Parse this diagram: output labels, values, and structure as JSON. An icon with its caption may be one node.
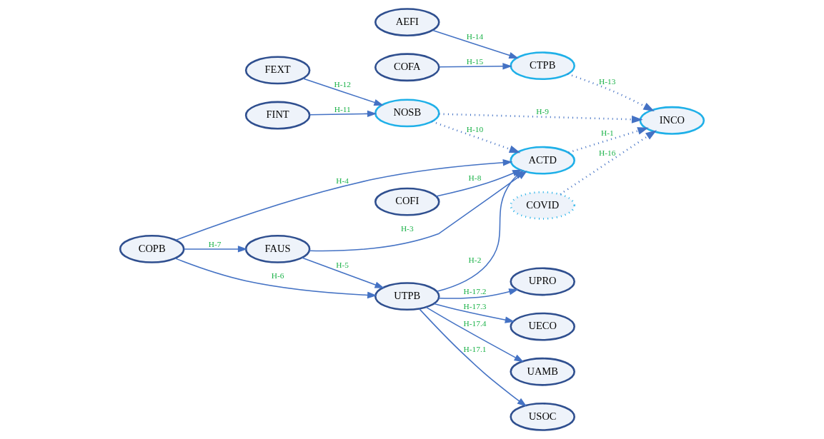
{
  "diagram": {
    "nodes": [
      {
        "text": [
          "COFI"
        ]
      },
      {
        "text": [
          "COPB"
        ]
      },
      {
        "text": [
          "FAUS"
        ]
      },
      {
        "text": [
          "UTPB"
        ]
      },
      {
        "text": [
          "ACTD"
        ]
      },
      {
        "text": [
          "USOC"
        ]
      },
      {
        "text": [
          "UPRO"
        ]
      },
      {
        "text": [
          "UECO"
        ]
      },
      {
        "text": [
          "UAMB"
        ]
      },
      {
        "text": [
          "CTPB"
        ]
      },
      {
        "text": [
          "AEFI"
        ]
      },
      {
        "text": [
          "COFA"
        ]
      },
      {
        "text": [
          "INCO"
        ]
      },
      {
        "text": [
          "NOSB"
        ]
      },
      {
        "text": [
          "FINT"
        ]
      },
      {
        "text": [
          "FEXT"
        ]
      },
      {
        "text": [
          "COVID"
        ]
      }
    ],
    "edges": [
      {
        "from": 0,
        "to": 4,
        "arrow": "to",
        "label": "H-8"
      },
      {
        "from": 1,
        "to": 4,
        "arrow": "to",
        "label": "H-4"
      },
      {
        "from": 1,
        "to": 2,
        "arrow": "to",
        "label": "H-7"
      },
      {
        "from": 1,
        "to": 3,
        "arrow": "to",
        "label": "H-6"
      },
      {
        "from": 2,
        "to": 4,
        "arrow": "to",
        "label": "H-3"
      },
      {
        "from": 2,
        "to": 3,
        "arrow": "to",
        "label": "H-5"
      },
      {
        "from": 3,
        "to": 4,
        "arrow": "to",
        "label": "H-2"
      },
      {
        "from": 3,
        "to": 5,
        "arrow": "to",
        "label": "H-17.1"
      },
      {
        "from": 3,
        "to": 6,
        "arrow": "to",
        "label": "H-17.2"
      },
      {
        "from": 3,
        "to": 7,
        "arrow": "to",
        "label": "H-17.3"
      },
      {
        "from": 3,
        "to": 8,
        "arrow": "to",
        "label": "H-17.4"
      },
      {
        "from": 4,
        "to": 12,
        "arrow": "to",
        "label": "H-1",
        "style": "dashed"
      },
      {
        "from": 13,
        "to": 4,
        "arrow": "to",
        "label": "H-10",
        "style": "dashed"
      },
      {
        "from": 13,
        "to": 12,
        "arrow": "to",
        "label": "H-9",
        "style": "dashed"
      },
      {
        "from": 14,
        "to": 13,
        "arrow": "to",
        "label": "H-11"
      },
      {
        "from": 15,
        "to": 13,
        "arrow": "to",
        "label": "H-12"
      },
      {
        "from": 9,
        "to": 12,
        "arrow": "to",
        "label": "H-13",
        "style": "dashed"
      },
      {
        "from": 10,
        "to": 9,
        "arrow": "to",
        "label": "H-14"
      },
      {
        "from": 11,
        "to": 9,
        "arrow": "to",
        "label": "H-15"
      },
      {
        "from": 16,
        "to": 12,
        "arrow": "to",
        "label": "H-16",
        "style": "dashed"
      }
    ]
  }
}
